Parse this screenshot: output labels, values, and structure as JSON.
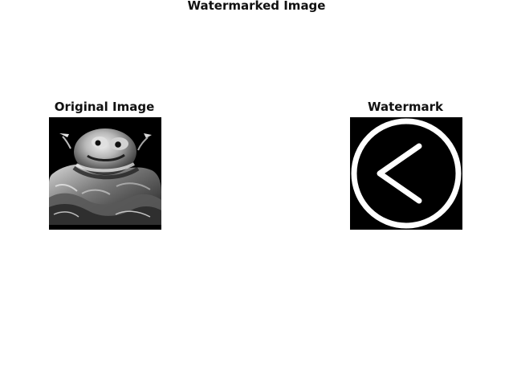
{
  "figure": {
    "title": "Watermarked Image"
  },
  "panels": {
    "original": {
      "title": "Original Image",
      "image_description": "grayscale image",
      "background_color": "#000000"
    },
    "watermark": {
      "title": "Watermark",
      "image_description": "white circle with left chevron on black background",
      "background_color": "#000000",
      "foreground_color": "#ffffff"
    }
  }
}
